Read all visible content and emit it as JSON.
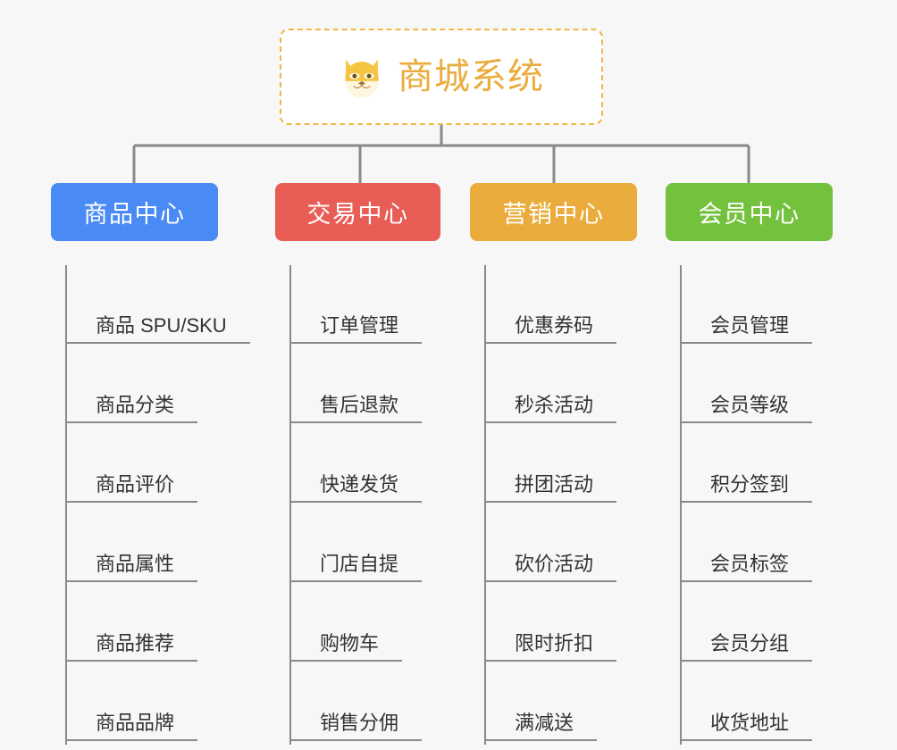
{
  "page": {
    "background_color": "#f7f7f7",
    "type": "mindmap"
  },
  "root": {
    "title": "商城系统",
    "icon": "shiba-dog-face-icon",
    "text_color": "#eaac3c",
    "border_color": "#f2b742",
    "background_color": "#ffffff"
  },
  "branches": [
    {
      "label": "商品中心",
      "color": "#4a8af4",
      "items": [
        "商品 SPU/SKU",
        "商品分类",
        "商品评价",
        "商品属性",
        "商品推荐",
        "商品品牌"
      ]
    },
    {
      "label": "交易中心",
      "color": "#e85d56",
      "items": [
        "订单管理",
        "售后退款",
        "快递发货",
        "门店自提",
        "购物车",
        "销售分佣"
      ]
    },
    {
      "label": "营销中心",
      "color": "#eaac3c",
      "items": [
        "优惠券码",
        "秒杀活动",
        "拼团活动",
        "砍价活动",
        "限时折扣",
        "满减送"
      ]
    },
    {
      "label": "会员中心",
      "color": "#73c13d",
      "items": [
        "会员管理",
        "会员等级",
        "积分签到",
        "会员标签",
        "会员分组",
        "收货地址"
      ]
    }
  ],
  "connector": {
    "color": "#8a8a8a"
  }
}
